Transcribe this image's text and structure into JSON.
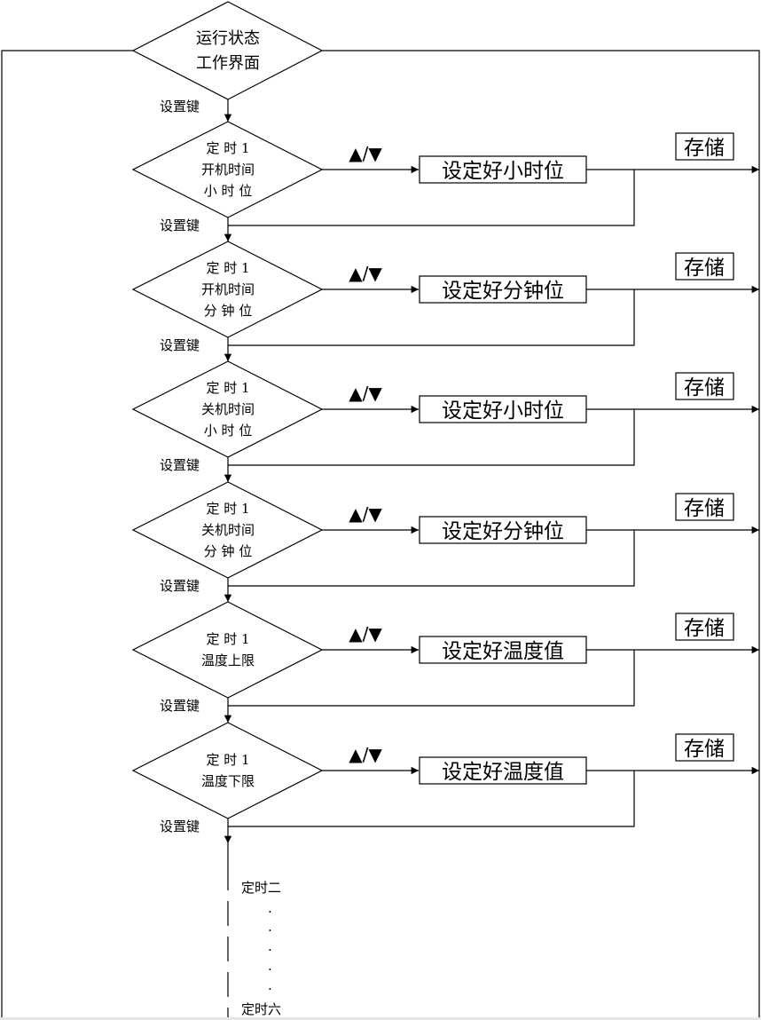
{
  "top_state": {
    "line1": "运行状态",
    "line2": "工作界面"
  },
  "set_key": "设置键",
  "adjust_keys": "▲/▼",
  "store_label": "存储",
  "steps": [
    {
      "lines": [
        "定  时 1",
        "开机时间",
        "小 时 位"
      ],
      "action": "设定好小时位"
    },
    {
      "lines": [
        "定  时 1",
        "开机时间",
        "分 钟 位"
      ],
      "action": "设定好分钟位"
    },
    {
      "lines": [
        "定  时 1",
        "关机时间",
        "小 时 位"
      ],
      "action": "设定好小时位"
    },
    {
      "lines": [
        "定  时 1",
        "关机时间",
        "分 钟 位"
      ],
      "action": "设定好分钟位"
    },
    {
      "lines": [
        "定 时 1",
        "温度上限"
      ],
      "action": "设定好温度值"
    },
    {
      "lines": [
        "定 时 1",
        "温度下限"
      ],
      "action": "设定好温度值"
    }
  ],
  "continuation": {
    "start": "定时二",
    "dots": [
      "·",
      "·",
      "·",
      "·",
      "·"
    ],
    "end": "定时六"
  }
}
